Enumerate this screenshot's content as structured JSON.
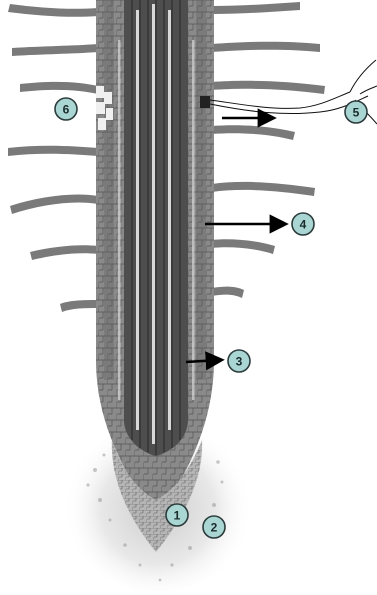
{
  "markers": [
    {
      "id": "1",
      "label": "1"
    },
    {
      "id": "2",
      "label": "2"
    },
    {
      "id": "3",
      "label": "3"
    },
    {
      "id": "4",
      "label": "4"
    },
    {
      "id": "5",
      "label": "5"
    },
    {
      "id": "6",
      "label": "6"
    }
  ],
  "colors": {
    "tissue": "#8a8a8a",
    "tissue_dark": "#5f5f5f",
    "vascular": "#4e4e4e",
    "cell_lines": "#2f2f2f",
    "root_hair": "#7a7a7a",
    "cap_cells": "#b5b5b5",
    "highlight": "#f0f0f0",
    "marker_fill": "#a9d6d3",
    "marker_stroke": "#2c3b3b",
    "arrow": "#000000"
  }
}
